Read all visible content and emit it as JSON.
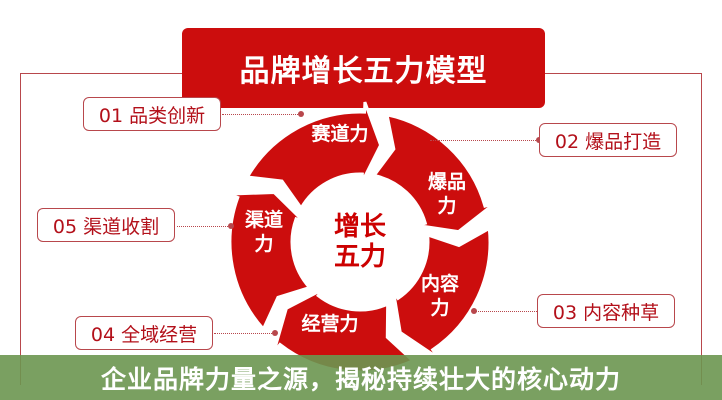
{
  "title": "品牌增长五力模型",
  "ring": {
    "center": "增长五力",
    "segments": [
      "赛道力",
      "爆品力",
      "内容力",
      "经营力",
      "渠道力"
    ]
  },
  "labels": {
    "l01": "01 品类创新",
    "l02": "02 爆品打造",
    "l03": "03 内容种草",
    "l04": "04 全域经营",
    "l05": "05 渠道收割"
  },
  "banner": "企业品牌力量之源，揭秘持续壮大的核心动力",
  "colors": {
    "red": "#cc0d0d",
    "banner": "#6c9650",
    "frame": "#b8474c"
  }
}
